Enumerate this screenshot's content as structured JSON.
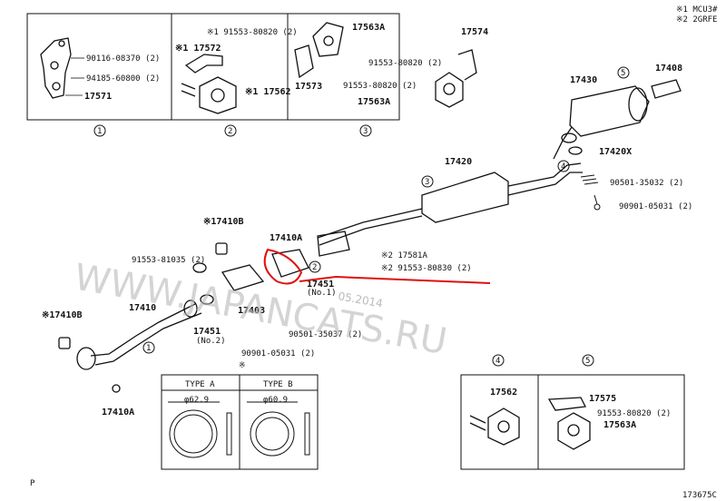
{
  "notes": {
    "n1": "※1 MCU3#",
    "n2": "※2 2GRFE"
  },
  "footer": {
    "left": "P",
    "right": "173675C"
  },
  "watermark": {
    "site": "WWW.JAPANCATS.RU",
    "date": "05.2014"
  },
  "detail1": {
    "num": "①",
    "parts": [
      "90116-08370 (2)",
      "94185-60800 (2)",
      "17571"
    ]
  },
  "detail2": {
    "num": "②",
    "parts": [
      "※1 91553-80820 (2)",
      "※1 17572",
      "※1 17562"
    ]
  },
  "detail3": {
    "num": "③",
    "parts": [
      "17563A",
      "17574",
      "91553-80820 (2)",
      "91553-80820 (2)",
      "17573",
      "17563A"
    ]
  },
  "detail4": {
    "num": "④",
    "parts": [
      "17562"
    ]
  },
  "detail5": {
    "num": "⑤",
    "parts": [
      "17575",
      "91553-80820 (2)",
      "17563A"
    ]
  },
  "main": {
    "p17430": "17430",
    "p17408": "17408",
    "p17420X": "17420X",
    "p17420": "17420",
    "p90501_35032": "90501-35032 (2)",
    "p90901_05031a": "90901-05031 (2)",
    "p17410B_top": "※17410B",
    "p17410A_top": "17410A",
    "p91553_81035": "91553-81035 (2)",
    "p17581A": "※2 17581A",
    "p91553_80830": "※2 91553-80830 (2)",
    "p17451a": "17451",
    "p17451a_sub": "(No.1)",
    "p17403": "17403",
    "p17410": "17410",
    "p17410B_left": "※17410B",
    "p17451b": "17451",
    "p17451b_sub": "(No.2)",
    "p90501_35037": "90501-35037 (2)",
    "p90901_05031b": "90901-05031 (2)",
    "p17410A_bottom": "17410A",
    "c5": "⑤",
    "c4": "④",
    "c3": "③",
    "c2": "②",
    "c1": "①",
    "cstar": "※"
  },
  "gasket": {
    "typeA": "TYPE A",
    "typeB": "TYPE B",
    "dimA": "φ62.9",
    "dimB": "φ60.9"
  }
}
